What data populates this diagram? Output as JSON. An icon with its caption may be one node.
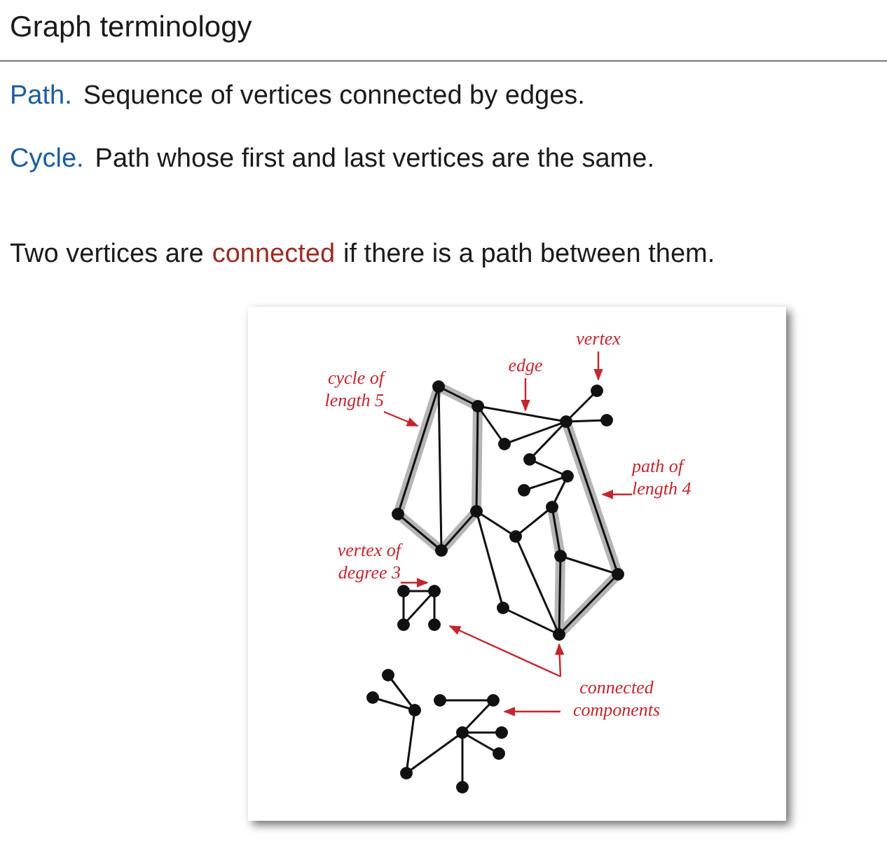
{
  "diagram": {
    "title": "Graph terminology",
    "nodes": [
      {
        "text": [
          "cycle of length 5"
        ]
      },
      {
        "text": [
          "edge"
        ]
      },
      {
        "text": [
          "vertex"
        ]
      },
      {
        "text": [
          "path of length 4"
        ]
      },
      {
        "text": [
          "vertex of degree 3"
        ]
      },
      {
        "text": [
          "connected components"
        ]
      }
    ],
    "edges": [
      {
        "from": 0,
        "to": null,
        "arrow": "to"
      },
      {
        "from": 1,
        "to": null,
        "arrow": "to"
      },
      {
        "from": 2,
        "to": null,
        "arrow": "to"
      },
      {
        "from": 3,
        "to": null,
        "arrow": "to"
      },
      {
        "from": 4,
        "to": null,
        "arrow": "to"
      },
      {
        "from": 5,
        "to": null,
        "arrow": "to"
      },
      {
        "from": 5,
        "to": null,
        "arrow": "to"
      },
      {
        "from": 5,
        "to": null,
        "arrow": "to"
      }
    ],
    "labels": [
      "Path.",
      "Sequence of vertices connected by edges.",
      "Cycle.",
      "Path whose first and last vertices are the same.",
      "Two vertices are",
      "connected",
      "if there is a path between them."
    ]
  }
}
